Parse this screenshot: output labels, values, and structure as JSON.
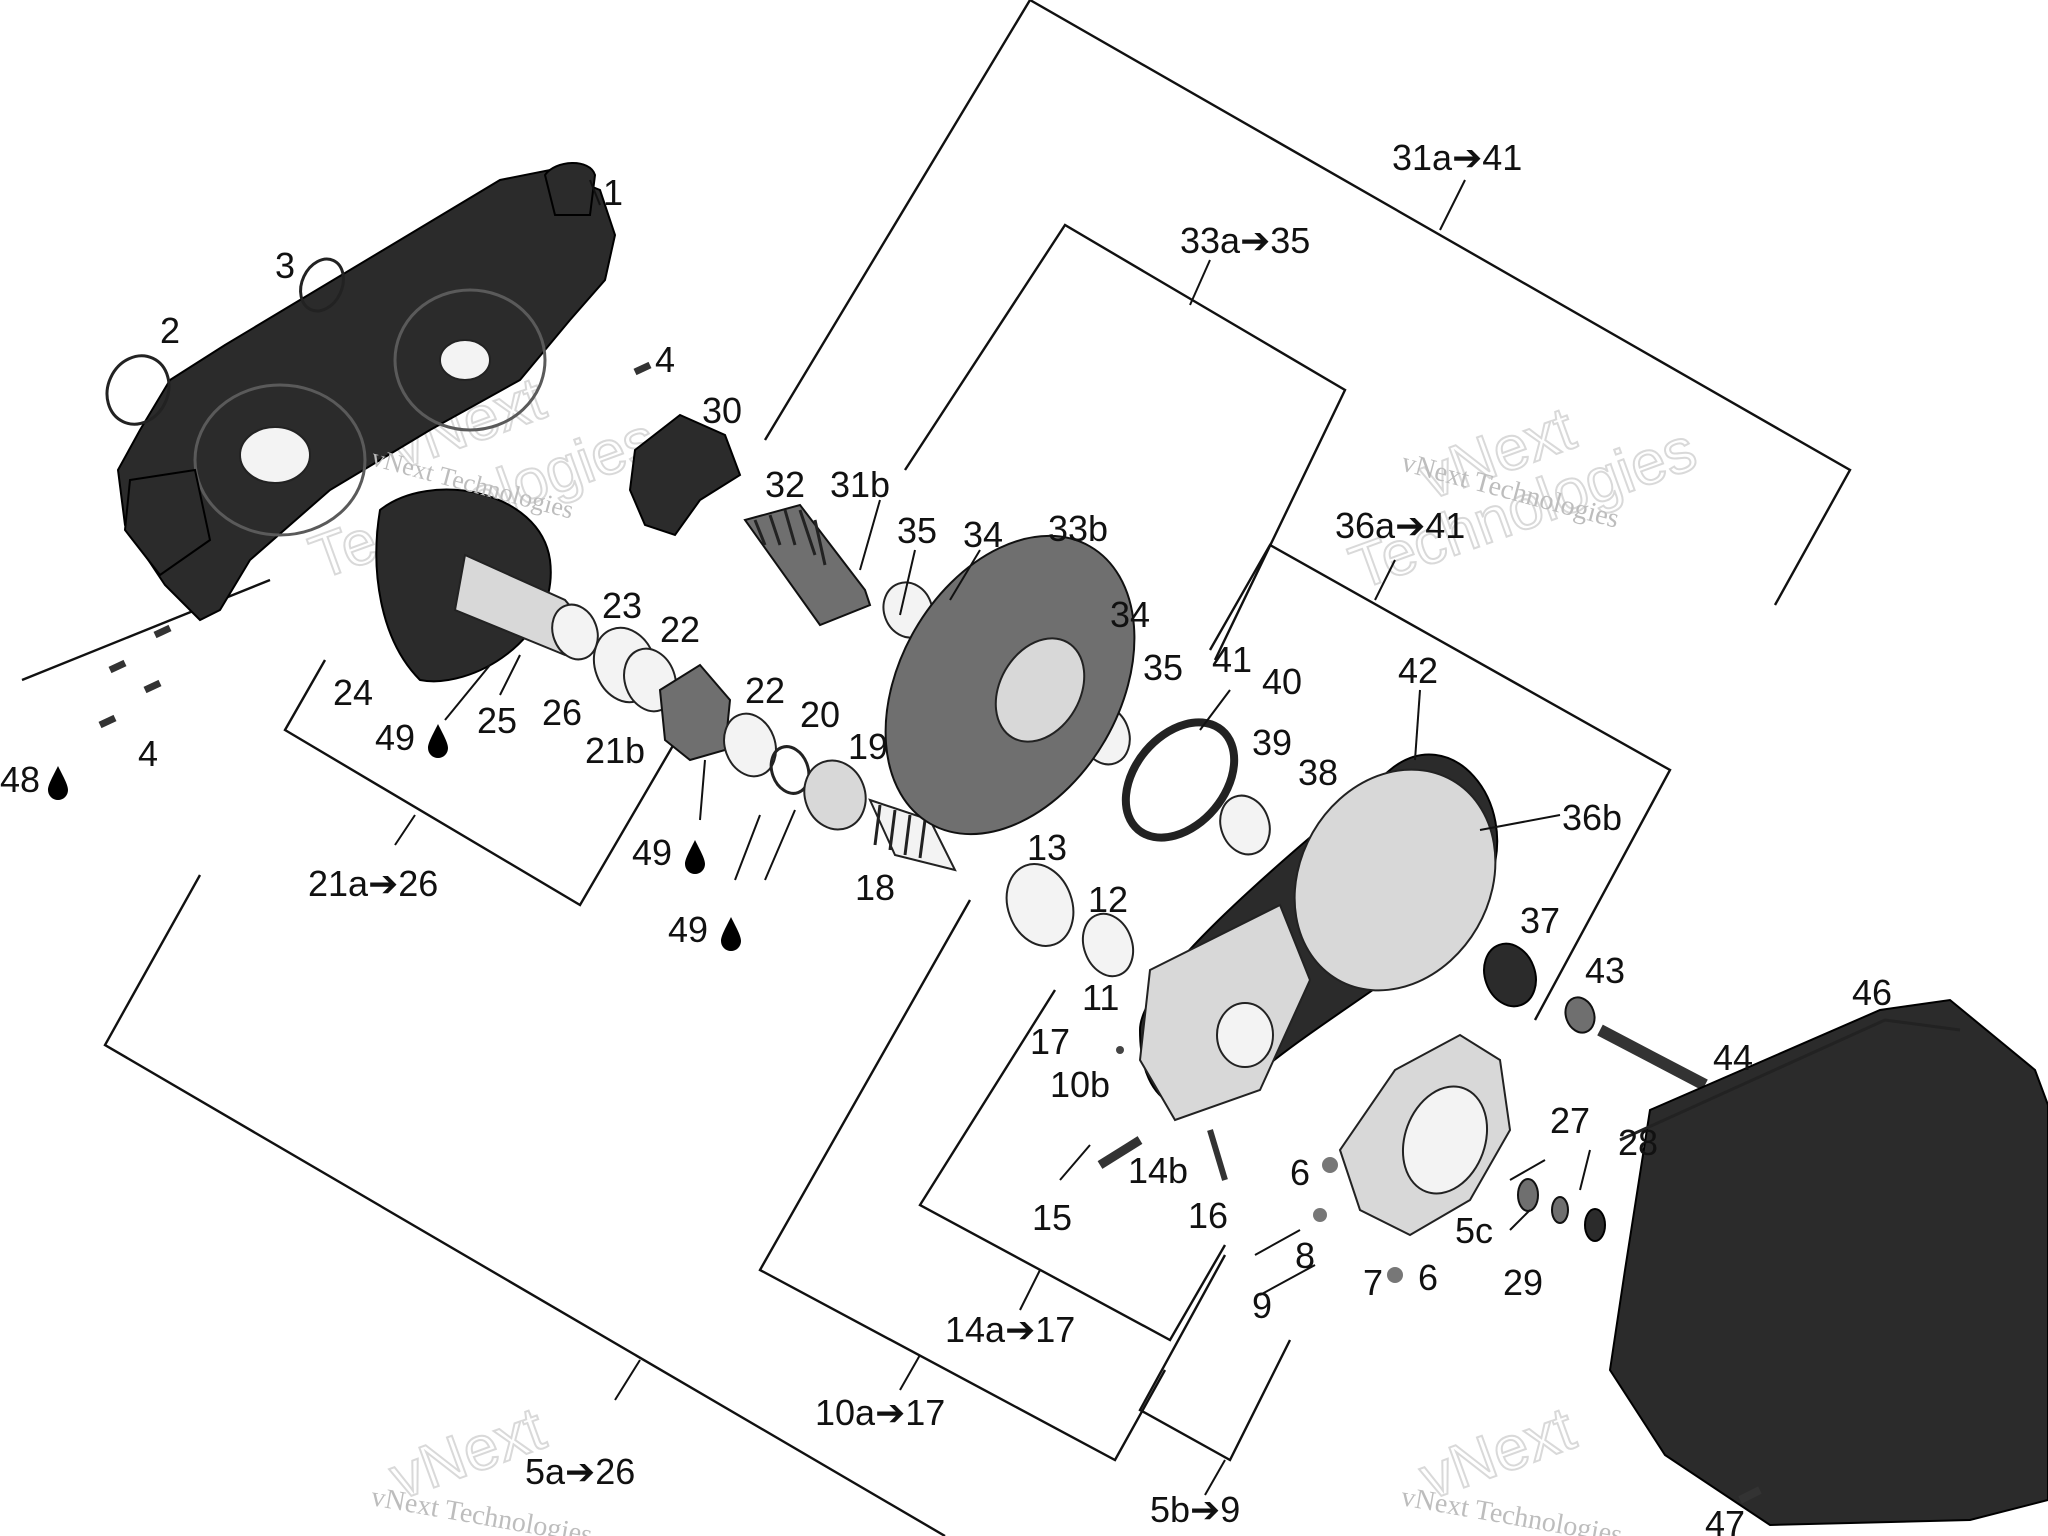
{
  "watermark": {
    "brand": "vNext",
    "company": "vNext Technologies",
    "word": "Technologies"
  },
  "assemblies": {
    "a5_26": "5a➔26",
    "a5b_9": "5b➔9",
    "a10_17": "10a➔17",
    "a14_17": "14a➔17",
    "a21_26": "21a➔26",
    "a31_41": "31a➔41",
    "a33_35": "33a➔35",
    "a36_41": "36a➔41"
  },
  "callouts": {
    "c1": "1",
    "c2": "2",
    "c3": "3",
    "c4a": "4",
    "c4b": "4",
    "c5c": "5c",
    "c6a": "6",
    "c6b": "6",
    "c7": "7",
    "c8": "8",
    "c9": "9",
    "c10b": "10b",
    "c11": "11",
    "c12": "12",
    "c13": "13",
    "c14b": "14b",
    "c15": "15",
    "c16": "16",
    "c17": "17",
    "c18": "18",
    "c19": "19",
    "c20": "20",
    "c21b": "21b",
    "c22a": "22",
    "c22b": "22",
    "c23": "23",
    "c24": "24",
    "c25": "25",
    "c26": "26",
    "c27": "27",
    "c28": "28",
    "c29": "29",
    "c30": "30",
    "c31b": "31b",
    "c32": "32",
    "c33b": "33b",
    "c34a": "34",
    "c34b": "34",
    "c35a": "35",
    "c35b": "35",
    "c36b": "36b",
    "c37": "37",
    "c38": "38",
    "c39": "39",
    "c40": "40",
    "c41": "41",
    "c42": "42",
    "c43": "43",
    "c44": "44",
    "c46": "46",
    "c47": "47",
    "c48": "48",
    "c49a": "49",
    "c49b": "49",
    "c49c": "49"
  }
}
